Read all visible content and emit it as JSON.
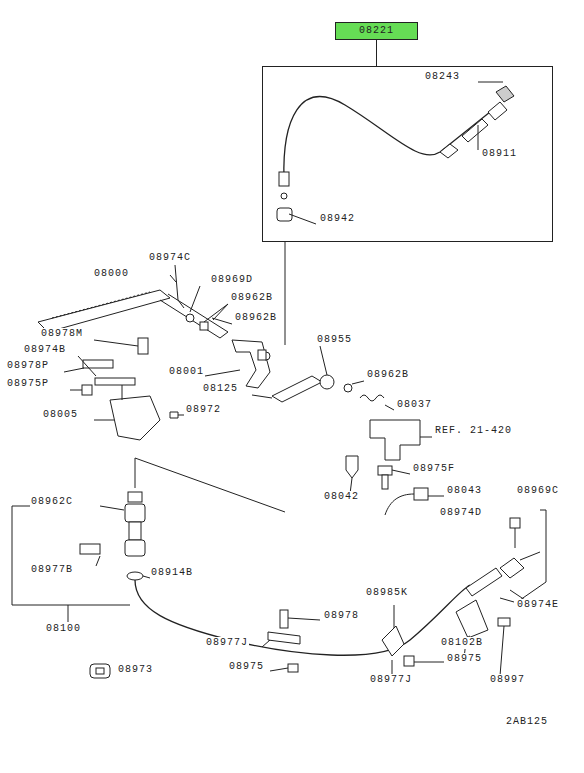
{
  "diagram": {
    "nodes": [
      {
        "text": [
          "08221"
        ]
      },
      {
        "text": [
          "08243",
          "08911",
          "08942"
        ]
      }
    ],
    "edges": [
      {
        "from": 0,
        "to": 1,
        "arrow": "none"
      }
    ],
    "labels": [
      "08974C",
      "08000",
      "08969D",
      "08962B",
      "08962B",
      "08978M",
      "08974B",
      "08978P",
      "08975P",
      "08001",
      "08125",
      "08955",
      "08962B",
      "08037",
      "08005",
      "08972",
      "REF. 21-420",
      "08975F",
      "08042",
      "08043",
      "08969C",
      "08974D",
      "08962C",
      "08977B",
      "08914B",
      "08985K",
      "08974E",
      "08978",
      "08100",
      "08977J",
      "08102B",
      "08975",
      "08975",
      "08973",
      "08977J",
      "08997",
      "2AB125"
    ]
  }
}
